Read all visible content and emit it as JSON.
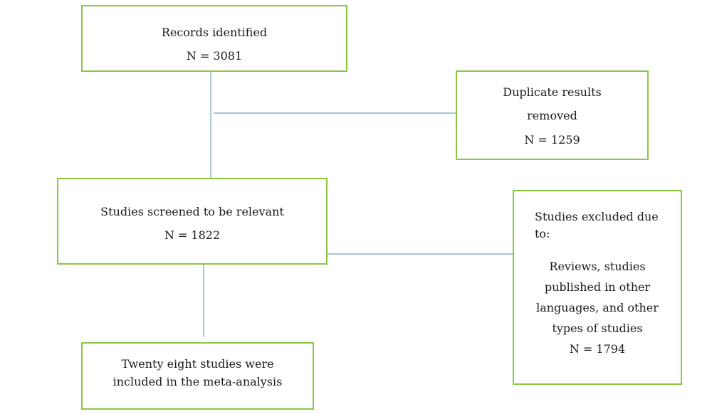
{
  "colors": {
    "box_border": "#8cc63f",
    "connector": "#a8c8d4",
    "text": "#1a1a1a",
    "background": "#ffffff"
  },
  "records_identified": {
    "label": "Records identified",
    "count": "N = 3081"
  },
  "duplicates_removed": {
    "line1": "Duplicate results",
    "line2": "removed",
    "count": "N = 1259"
  },
  "studies_screened": {
    "label": "Studies screened to be relevant",
    "count": "N = 1822"
  },
  "studies_excluded": {
    "heading_line1": "Studies excluded due",
    "heading_line2": "to:",
    "reason_line1": "Reviews, studies",
    "reason_line2": "published in other",
    "reason_line3": "languages, and other",
    "reason_line4": "types of studies",
    "count": "N = 1794"
  },
  "studies_included": {
    "line1": "Twenty eight studies were",
    "line2": "included in the meta-analysis"
  }
}
